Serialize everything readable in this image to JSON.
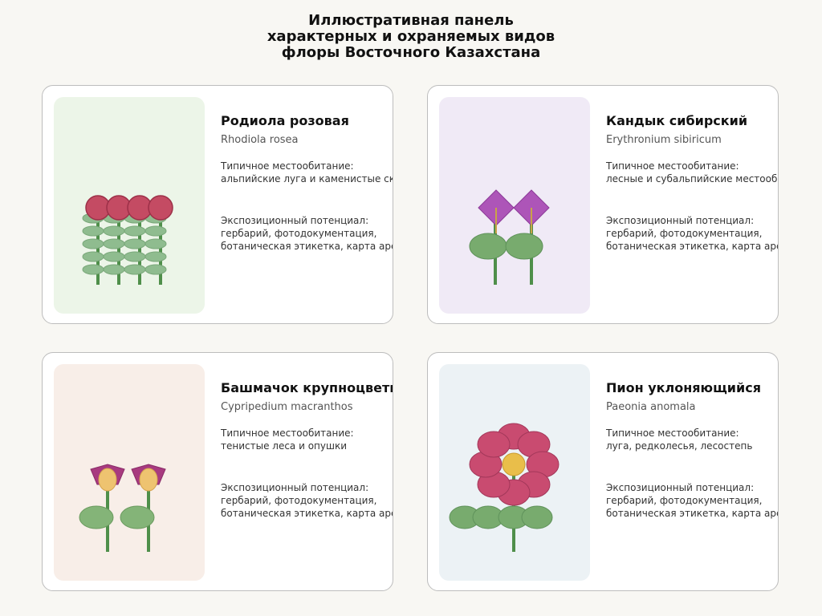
{
  "page": {
    "title_lines": [
      "Иллюстративная панель",
      "характерных и охраняемых видов",
      "флоры Восточного Казахстана"
    ]
  },
  "cards": [
    {
      "name": "Родиола розовая",
      "latin": "Rhodiola rosea",
      "habitat_label": "Типичное местообитание:",
      "habitat": "альпийские луга и каменистые склоны",
      "potential_label": "Экспозиционный потенциал:",
      "potential_lines": [
        "гербарий, фотодокументация,",
        "ботаническая этикетка, карта ареала."
      ],
      "panel_color": "#ecf5e8",
      "flower_color": "#c44b63",
      "icon": "rhodiola-flowers-icon"
    },
    {
      "name": "Кандык сибирский",
      "latin": "Erythronium sibiricum",
      "habitat_label": "Типичное местообитание:",
      "habitat": "лесные и субальпийские местообитания",
      "potential_label": "Экспозиционный потенциал:",
      "potential_lines": [
        "гербарий, фотодокументация,",
        "ботаническая этикетка, карта ареала."
      ],
      "panel_color": "#f0eaf6",
      "flower_color": "#ad55b8",
      "icon": "erythronium-flowers-icon"
    },
    {
      "name": "Башмачок крупноцветковый",
      "latin": "Cypripedium macranthos",
      "habitat_label": "Типичное местообитание:",
      "habitat": "тенистые леса и опушки",
      "potential_label": "Экспозиционный потенциал:",
      "potential_lines": [
        "гербарий, фотодокументация,",
        "ботаническая этикетка, карта ареала."
      ],
      "panel_color": "#f8eee8",
      "flower_color": "#a83a7f",
      "icon": "cypripedium-flowers-icon"
    },
    {
      "name": "Пион уклоняющийся",
      "latin": "Paeonia anomala",
      "habitat_label": "Типичное местообитание:",
      "habitat": "луга, редколесья, лесостепь",
      "potential_label": "Экспозиционный потенциал:",
      "potential_lines": [
        "гербарий, фотодокументация,",
        "ботаническая этикетка, карта ареала."
      ],
      "panel_color": "#ecf2f5",
      "flower_color": "#c94b70",
      "icon": "peony-flower-icon"
    }
  ]
}
